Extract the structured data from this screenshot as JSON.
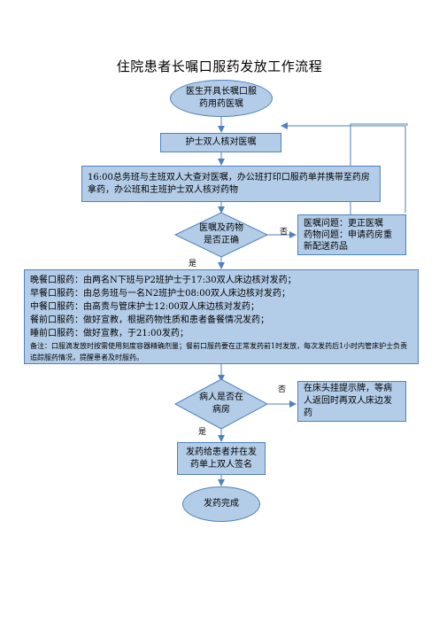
{
  "title": "住院患者长嘱口服药发放工作流程",
  "nodes": {
    "start": "医生开具长嘱口服药用药医嘱",
    "verify_orders": "护士双人核对医嘱",
    "print_orders": "16:00总务班与主班双人大查对医嘱，办公班打印口服药单并携带至药房拿药，办公班和主班护士双人核对药物",
    "decision_correct": "医嘱及药物是否正确",
    "fix_problem_line1": "医嘱问题：更正医嘱",
    "fix_problem_line2": "药物问题：申请药房重新配送药品",
    "dispense_lines": [
      "晚餐口服药：由两名N下班与P2班护士于17:30双人床边核对发药；",
      "早餐口服药：由总务班与一名N2班护士08:00双人床边核对发药；",
      "中餐口服药：由高责与管床护士12:00双人床边核对发药；",
      "餐前口服药：做好宣教，根据药物性质和患者备餐情况发药；",
      "睡前口服药：做好宣教，于21:00发药；"
    ],
    "dispense_note": "备注：口服滴发放时按需使用刻度容器精确剂量；餐前口服药要在正常发药前1时发放，每次发药后1小时内管床护士负责追踪服药情况，提醒患者及时服药。",
    "decision_in_ward": "病人是否在病房",
    "absent_action": "在床头挂提示牌，等病人返回时再双人床边发药",
    "give_sign": "发药给患者并在发药单上双人签名",
    "end": "发药完成"
  },
  "edge_labels": {
    "no1": "否",
    "yes1": "是",
    "no2": "否",
    "yes2": "是"
  },
  "colors": {
    "fill": "#b3cde8",
    "border": "#4f81bd",
    "line": "#4f81bd"
  }
}
